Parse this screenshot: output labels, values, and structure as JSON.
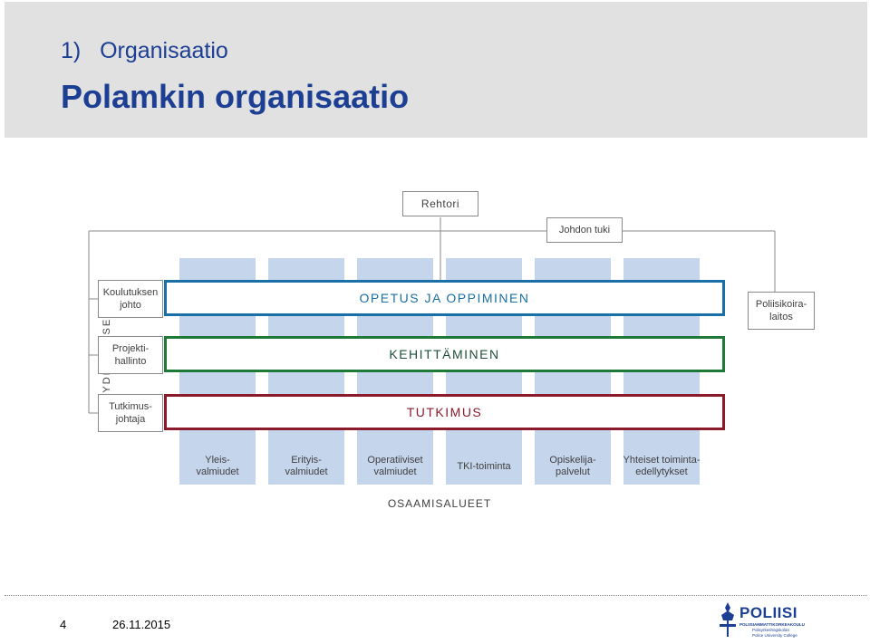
{
  "header": {
    "subtitle": "1)   Organisaatio",
    "title": "Polamkin organisaatio"
  },
  "diagram": {
    "top_box": "Rehtori",
    "support_box": "Johdon tuki",
    "side_box": "Poliisikoira-\nlaitos",
    "vertical_label": "YDINPROSESSIT",
    "left_boxes": [
      "Koulutuksen\njohto",
      "Projekti-\nhallinto",
      "Tutkimus-\njohtaja"
    ],
    "bands": [
      {
        "label": "OPETUS JA OPPIMINEN",
        "color": "#1a6fa6"
      },
      {
        "label": "KEHITTÄMINEN",
        "color": "#1f7a3a"
      },
      {
        "label": "TUTKIMUS",
        "color": "#8b1a2a"
      }
    ],
    "columns": [
      "Yleis-\nvalmiudet",
      "Erityis-\nvalmiudet",
      "Operatiiviset\nvalmiudet",
      "TKI-toiminta",
      "Opiskelija-\npalvelut",
      "Yhteiset toiminta-\nedellytykset"
    ],
    "bottom_label": "OSAAMISALUEET",
    "colors": {
      "column": "#c5d5ec",
      "text": "#404040",
      "line": "#8a8a8a"
    }
  },
  "footer": {
    "page_number": "4",
    "date": "26.11.2015",
    "logo": {
      "name": "POLIISI",
      "line1": "POLIISIAMMATTIKORKEAKOULU",
      "line2": "Polisyrkeshögskolan",
      "line3": "Police University College"
    }
  }
}
